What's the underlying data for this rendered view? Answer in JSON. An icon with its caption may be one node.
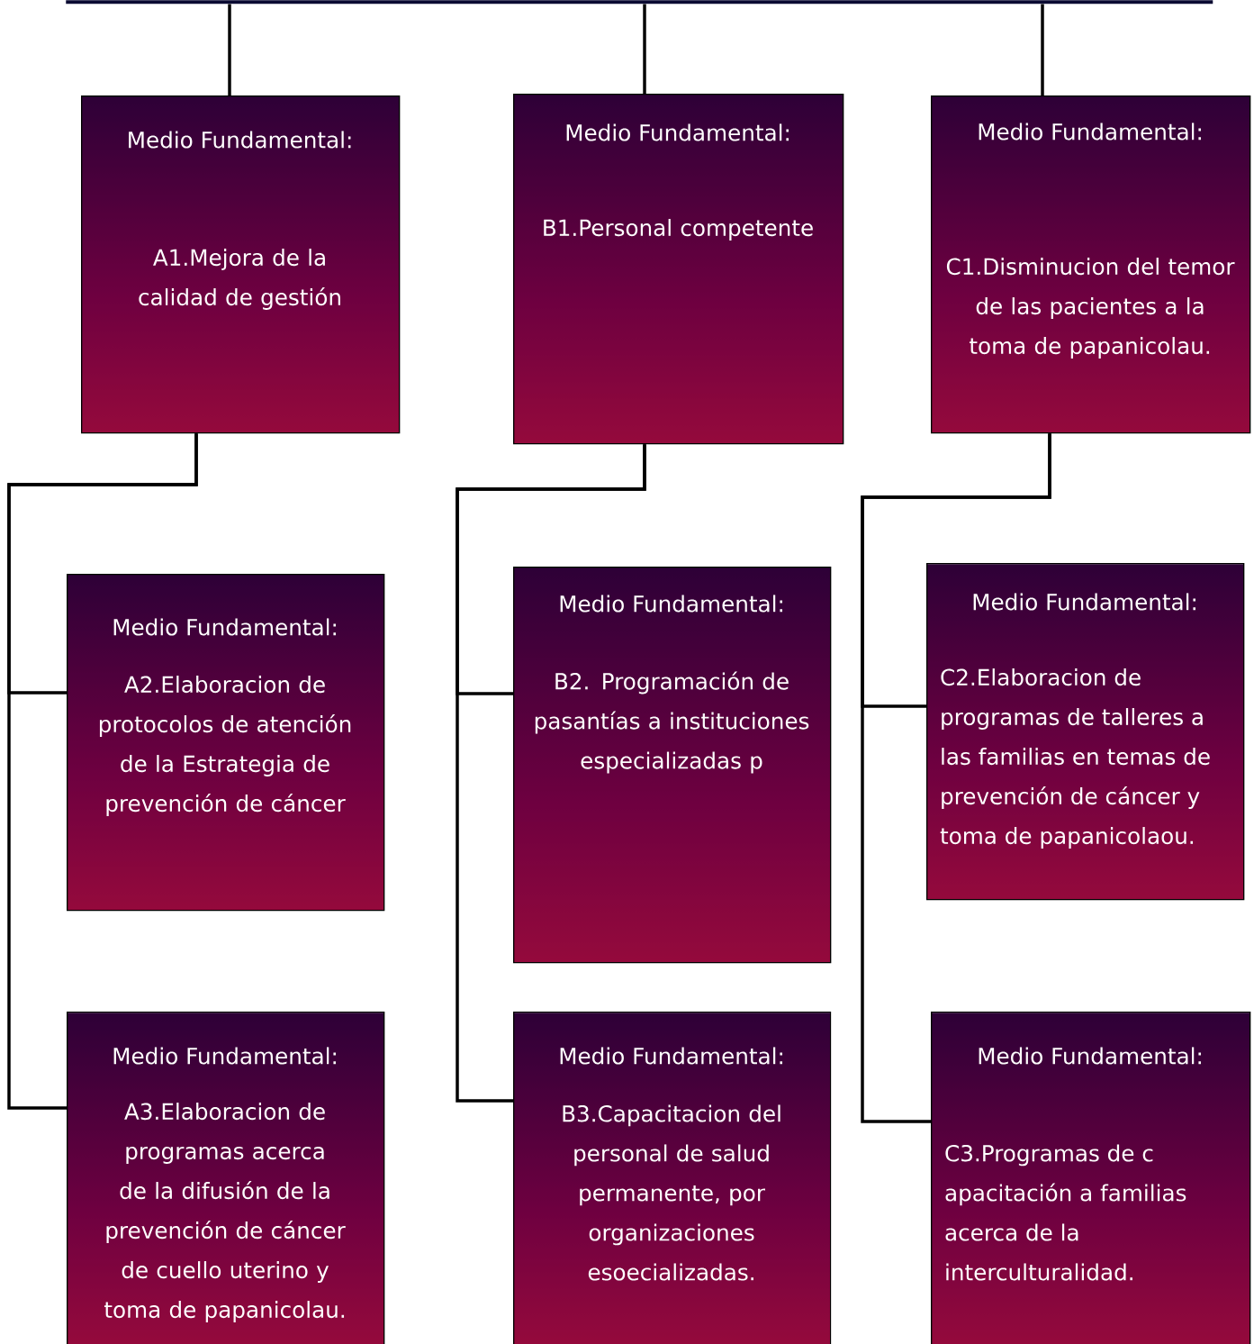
{
  "diagram": {
    "nodes": [
      {
        "text": [],
        "shape": "bar"
      },
      {
        "text": [
          "Medio Fundamental:",
          "A1.Mejora  de  la calidad de gestión"
        ]
      },
      {
        "text": [
          "Medio Fundamental:",
          "B1.Personal competente"
        ]
      },
      {
        "text": [
          "Medio Fundamental:",
          "C1.Disminucion del temor de las pacientes a la toma de papanicolau."
        ]
      },
      {
        "text": [
          "Medio Fundamental:",
          "A2.Elaboracion de protocolos de atención de la Estrategia de prevención de cáncer"
        ]
      },
      {
        "text": [
          "Medio Fundamental:",
          "B2. Programación de pasantías a instituciones especializadas p"
        ]
      },
      {
        "text": [
          "Medio Fundamental:",
          "C2.Elaboracion de programas de talleres a las familias en temas de prevención de cáncer y toma de papanicolaou."
        ]
      },
      {
        "text": [
          "Medio Fundamental:",
          "A3.Elaboracion de programas acerca de la difusión de la prevención de cáncer de cuello uterino y toma de papanicolau."
        ]
      },
      {
        "text": [
          "Medio Fundamental:",
          "B3.Capacitacion del personal de salud permanente, por organizaciones esoecializadas."
        ]
      },
      {
        "text": [
          "Medio Fundamental:",
          "C3.Programas de c apacitación a familias acerca de la interculturalidad."
        ]
      }
    ],
    "edges": [
      {
        "from": 0,
        "to": 1,
        "arrow": "none"
      },
      {
        "from": 0,
        "to": 2,
        "arrow": "none"
      },
      {
        "from": 0,
        "to": 3,
        "arrow": "none"
      },
      {
        "from": 1,
        "to": 4,
        "arrow": "none"
      },
      {
        "from": 1,
        "to": 7,
        "arrow": "none"
      },
      {
        "from": 2,
        "to": 5,
        "arrow": "none"
      },
      {
        "from": 2,
        "to": 8,
        "arrow": "none"
      },
      {
        "from": 3,
        "to": 6,
        "arrow": "none"
      },
      {
        "from": 3,
        "to": 9,
        "arrow": "none"
      }
    ]
  }
}
